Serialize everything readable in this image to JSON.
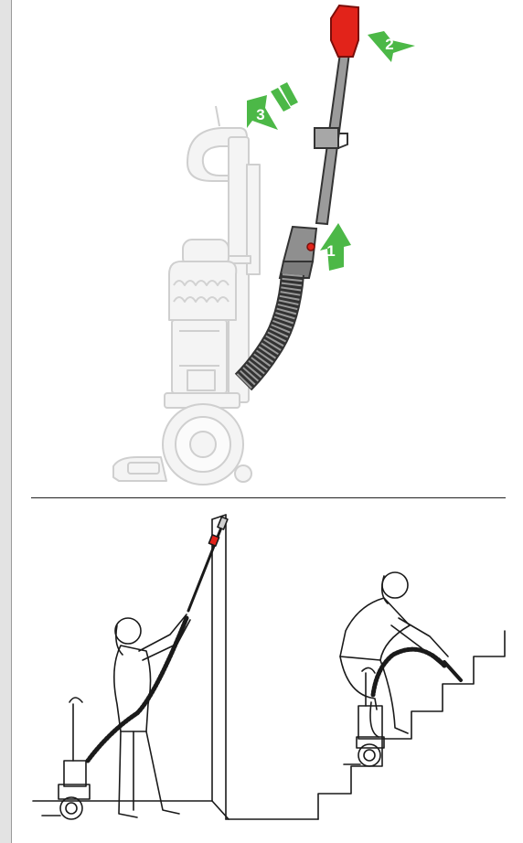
{
  "steps": [
    {
      "number": "1",
      "action": "press-release-button"
    },
    {
      "number": "2",
      "action": "pull-wand-out"
    },
    {
      "number": "3",
      "action": "extend-toward-user"
    }
  ],
  "colors": {
    "step_arrow": "#4cb847",
    "wand_red": "#e2231a",
    "ghost_outline": "#cfcfcf",
    "line_art": "#1a1a1a",
    "sidebar": "#e3e3e3"
  }
}
